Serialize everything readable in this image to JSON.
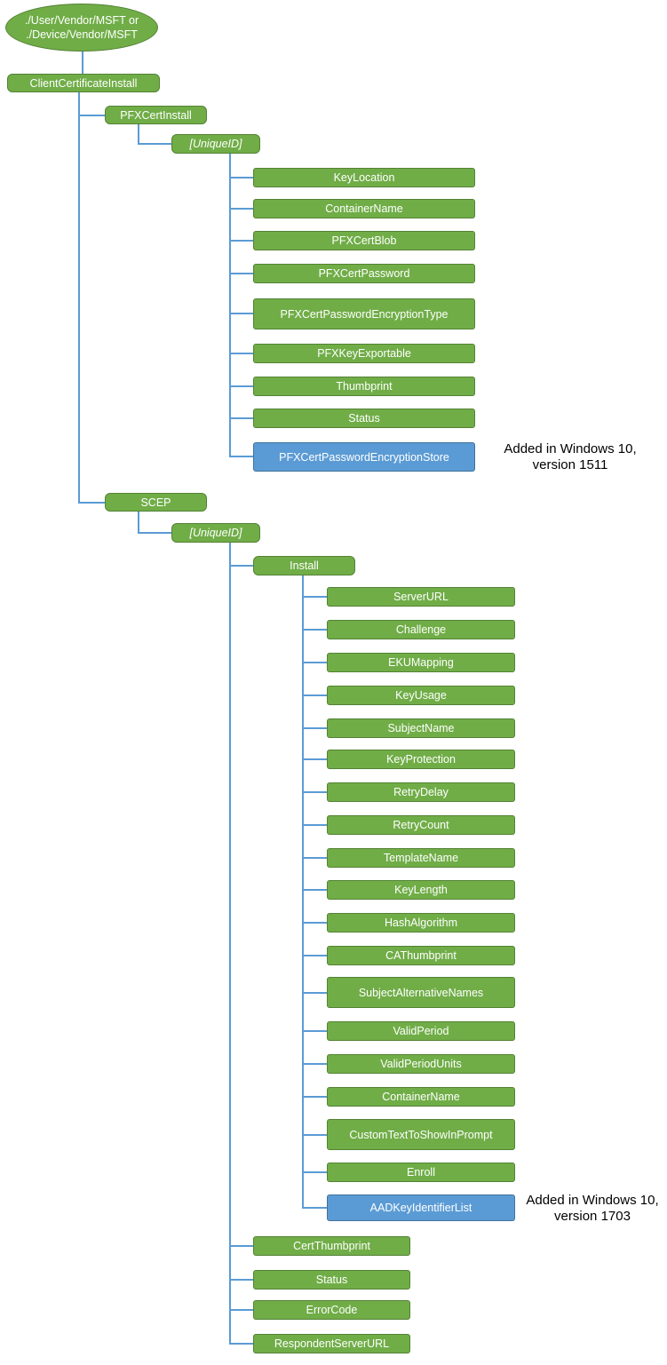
{
  "root": {
    "line1": "./User/Vendor/MSFT or",
    "line2": "./Device/Vendor/MSFT"
  },
  "cci": {
    "label": "ClientCertificateInstall"
  },
  "pfx": {
    "label": "PFXCertInstall",
    "unique_id": "[UniqueID]",
    "children": [
      {
        "label": "KeyLocation"
      },
      {
        "label": "ContainerName"
      },
      {
        "label": "PFXCertBlob"
      },
      {
        "label": "PFXCertPassword"
      },
      {
        "label": "PFXCertPasswordEncryptionType"
      },
      {
        "label": "PFXKeyExportable"
      },
      {
        "label": "Thumbprint"
      },
      {
        "label": "Status"
      },
      {
        "label": "PFXCertPasswordEncryptionStore",
        "highlight": "blue"
      }
    ],
    "annotation": {
      "line1": "Added in Windows 10,",
      "line2": "version 1511"
    }
  },
  "scep": {
    "label": "SCEP",
    "unique_id": "[UniqueID]",
    "install": {
      "label": "Install",
      "children": [
        {
          "label": "ServerURL"
        },
        {
          "label": "Challenge"
        },
        {
          "label": "EKUMapping"
        },
        {
          "label": "KeyUsage"
        },
        {
          "label": "SubjectName"
        },
        {
          "label": "KeyProtection"
        },
        {
          "label": "RetryDelay"
        },
        {
          "label": "RetryCount"
        },
        {
          "label": "TemplateName"
        },
        {
          "label": "KeyLength"
        },
        {
          "label": "HashAlgorithm"
        },
        {
          "label": "CAThumbprint"
        },
        {
          "label": "SubjectAlternativeNames"
        },
        {
          "label": "ValidPeriod"
        },
        {
          "label": "ValidPeriodUnits"
        },
        {
          "label": "ContainerName"
        },
        {
          "label": "CustomTextToShowInPrompt"
        },
        {
          "label": "Enroll"
        },
        {
          "label": "AADKeyIdentifierList",
          "highlight": "blue"
        }
      ],
      "annotation": {
        "line1": "Added in Windows 10,",
        "line2": "version 1703"
      }
    },
    "children": [
      {
        "label": "CertThumbprint"
      },
      {
        "label": "Status"
      },
      {
        "label": "ErrorCode"
      },
      {
        "label": "RespondentServerURL"
      }
    ]
  },
  "colors": {
    "node_green": "#70AD47",
    "node_green_border": "#548235",
    "node_blue": "#5B9BD5",
    "node_blue_border": "#41719C",
    "connector": "#5B9BD5",
    "node_text": "#FFFFFF",
    "annotation_text": "#000000"
  }
}
